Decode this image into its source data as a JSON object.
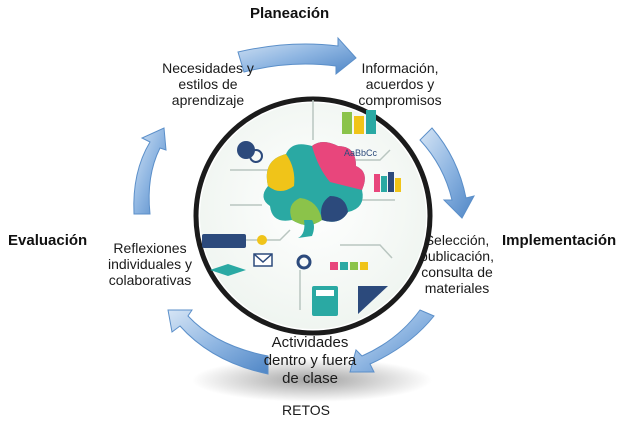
{
  "phases": {
    "planning": "Planeación",
    "implementation": "Implementación",
    "evaluation": "Evaluación"
  },
  "steps": {
    "needs_line1": "Necesidades y",
    "needs_line2": "estilos de",
    "needs_line3": "aprendizaje",
    "info_line1": "Información,",
    "info_line2": "acuerdos y",
    "info_line3": "compromisos",
    "selection_line1": "Selección,",
    "selection_line2": "publicación,",
    "selection_line3": "consulta de",
    "selection_line4": "materiales",
    "activities_line1": "Actividades",
    "activities_line2": "dentro y fuera",
    "activities_line3": "de clase",
    "reflections_line1": "Reflexiones",
    "reflections_line2": "individuales y",
    "reflections_line3": "colaborativas"
  },
  "bottom_label": "RETOS",
  "illustration": {
    "keyboard_text": "AaBbCc"
  },
  "colors": {
    "arrow_blue": "#6e9fd4",
    "arrow_light": "#c9dcf1",
    "ring_dark": "#1f1f1f",
    "brain_pink": "#e8467c",
    "brain_teal": "#2aa9a3",
    "brain_green": "#8bc34a",
    "brain_navy": "#2c4a7c",
    "brain_yellow": "#f0c419"
  }
}
